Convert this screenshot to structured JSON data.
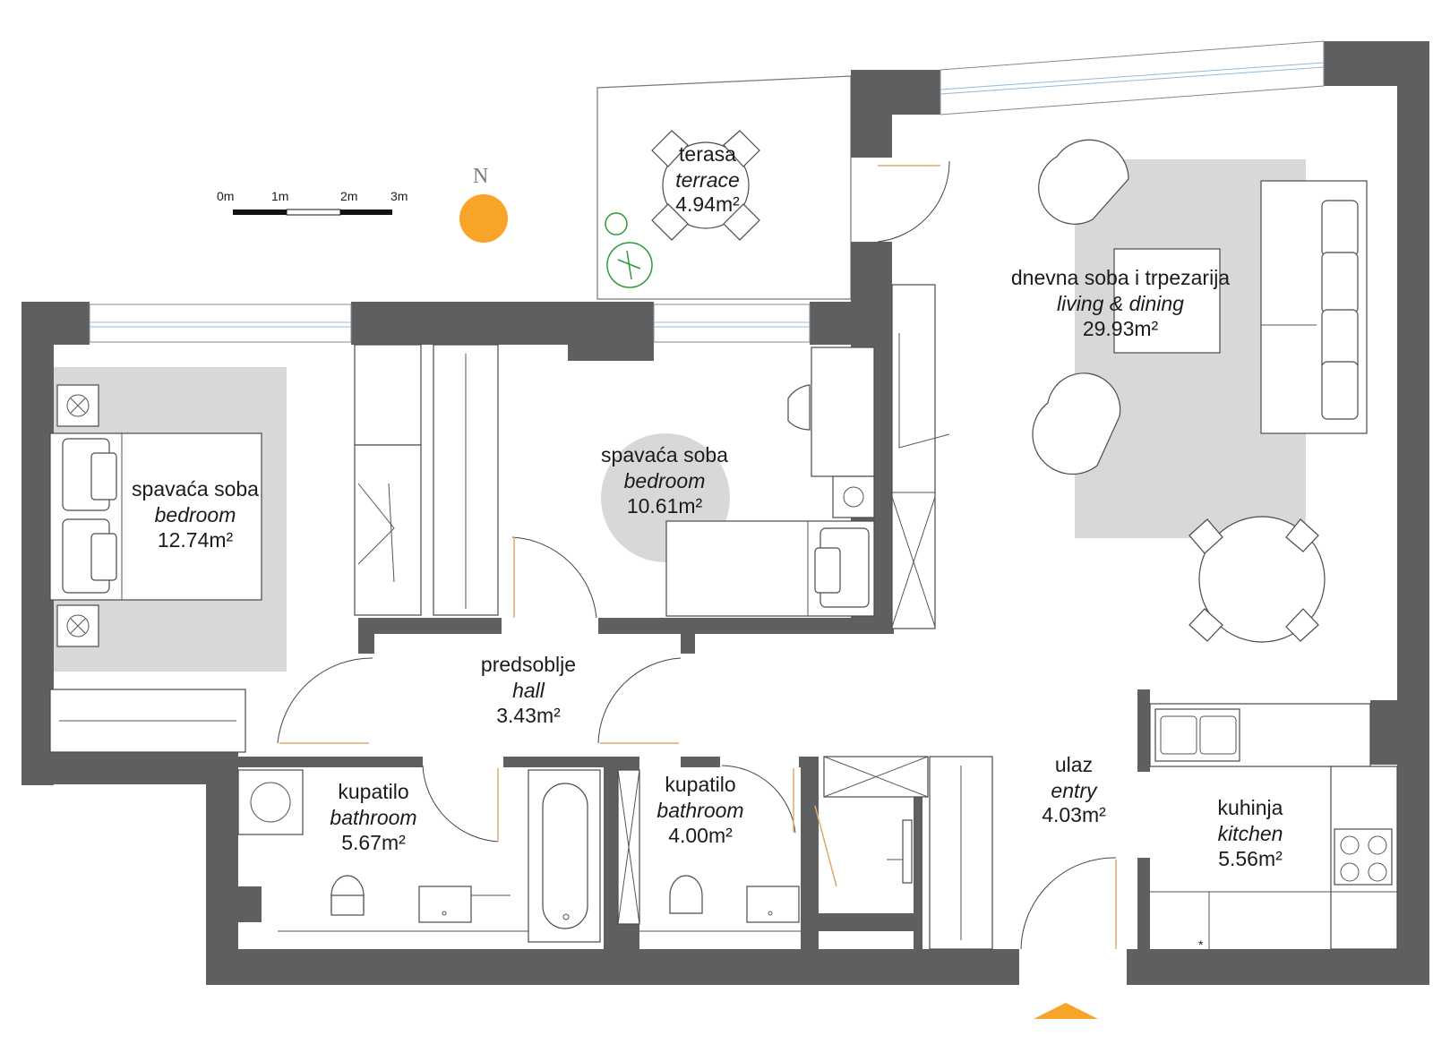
{
  "rooms": [
    {
      "key": "terrace",
      "name": "terasa",
      "name_en": "terrace",
      "area": "4.94m²"
    },
    {
      "key": "living",
      "name": "dnevna soba i trpezarija",
      "name_en": "living & dining",
      "area": "29.93m²"
    },
    {
      "key": "bedroom1",
      "name": "spavaća soba",
      "name_en": "bedroom",
      "area": "12.74m²"
    },
    {
      "key": "bedroom2",
      "name": "spavaća soba",
      "name_en": "bedroom",
      "area": "10.61m²"
    },
    {
      "key": "hall",
      "name": "predsoblje",
      "name_en": "hall",
      "area": "3.43m²"
    },
    {
      "key": "bath1",
      "name": "kupatilo",
      "name_en": "bathroom",
      "area": "5.67m²"
    },
    {
      "key": "bath2",
      "name": "kupatilo",
      "name_en": "bathroom",
      "area": "4.00m²"
    },
    {
      "key": "entry",
      "name": "ulaz",
      "name_en": "entry",
      "area": "4.03m²"
    },
    {
      "key": "kitchen",
      "name": "kuhinja",
      "name_en": "kitchen",
      "area": "5.56m²"
    }
  ],
  "scale_bar": {
    "labels": [
      "0m",
      "1m",
      "2m",
      "3m"
    ]
  },
  "compass": {
    "label": "N",
    "sun_color": "#f7a428"
  },
  "entrance_marker_color": "#f7a428",
  "wall_color": "#5e5f60",
  "rug_color": "#d9d8d8"
}
